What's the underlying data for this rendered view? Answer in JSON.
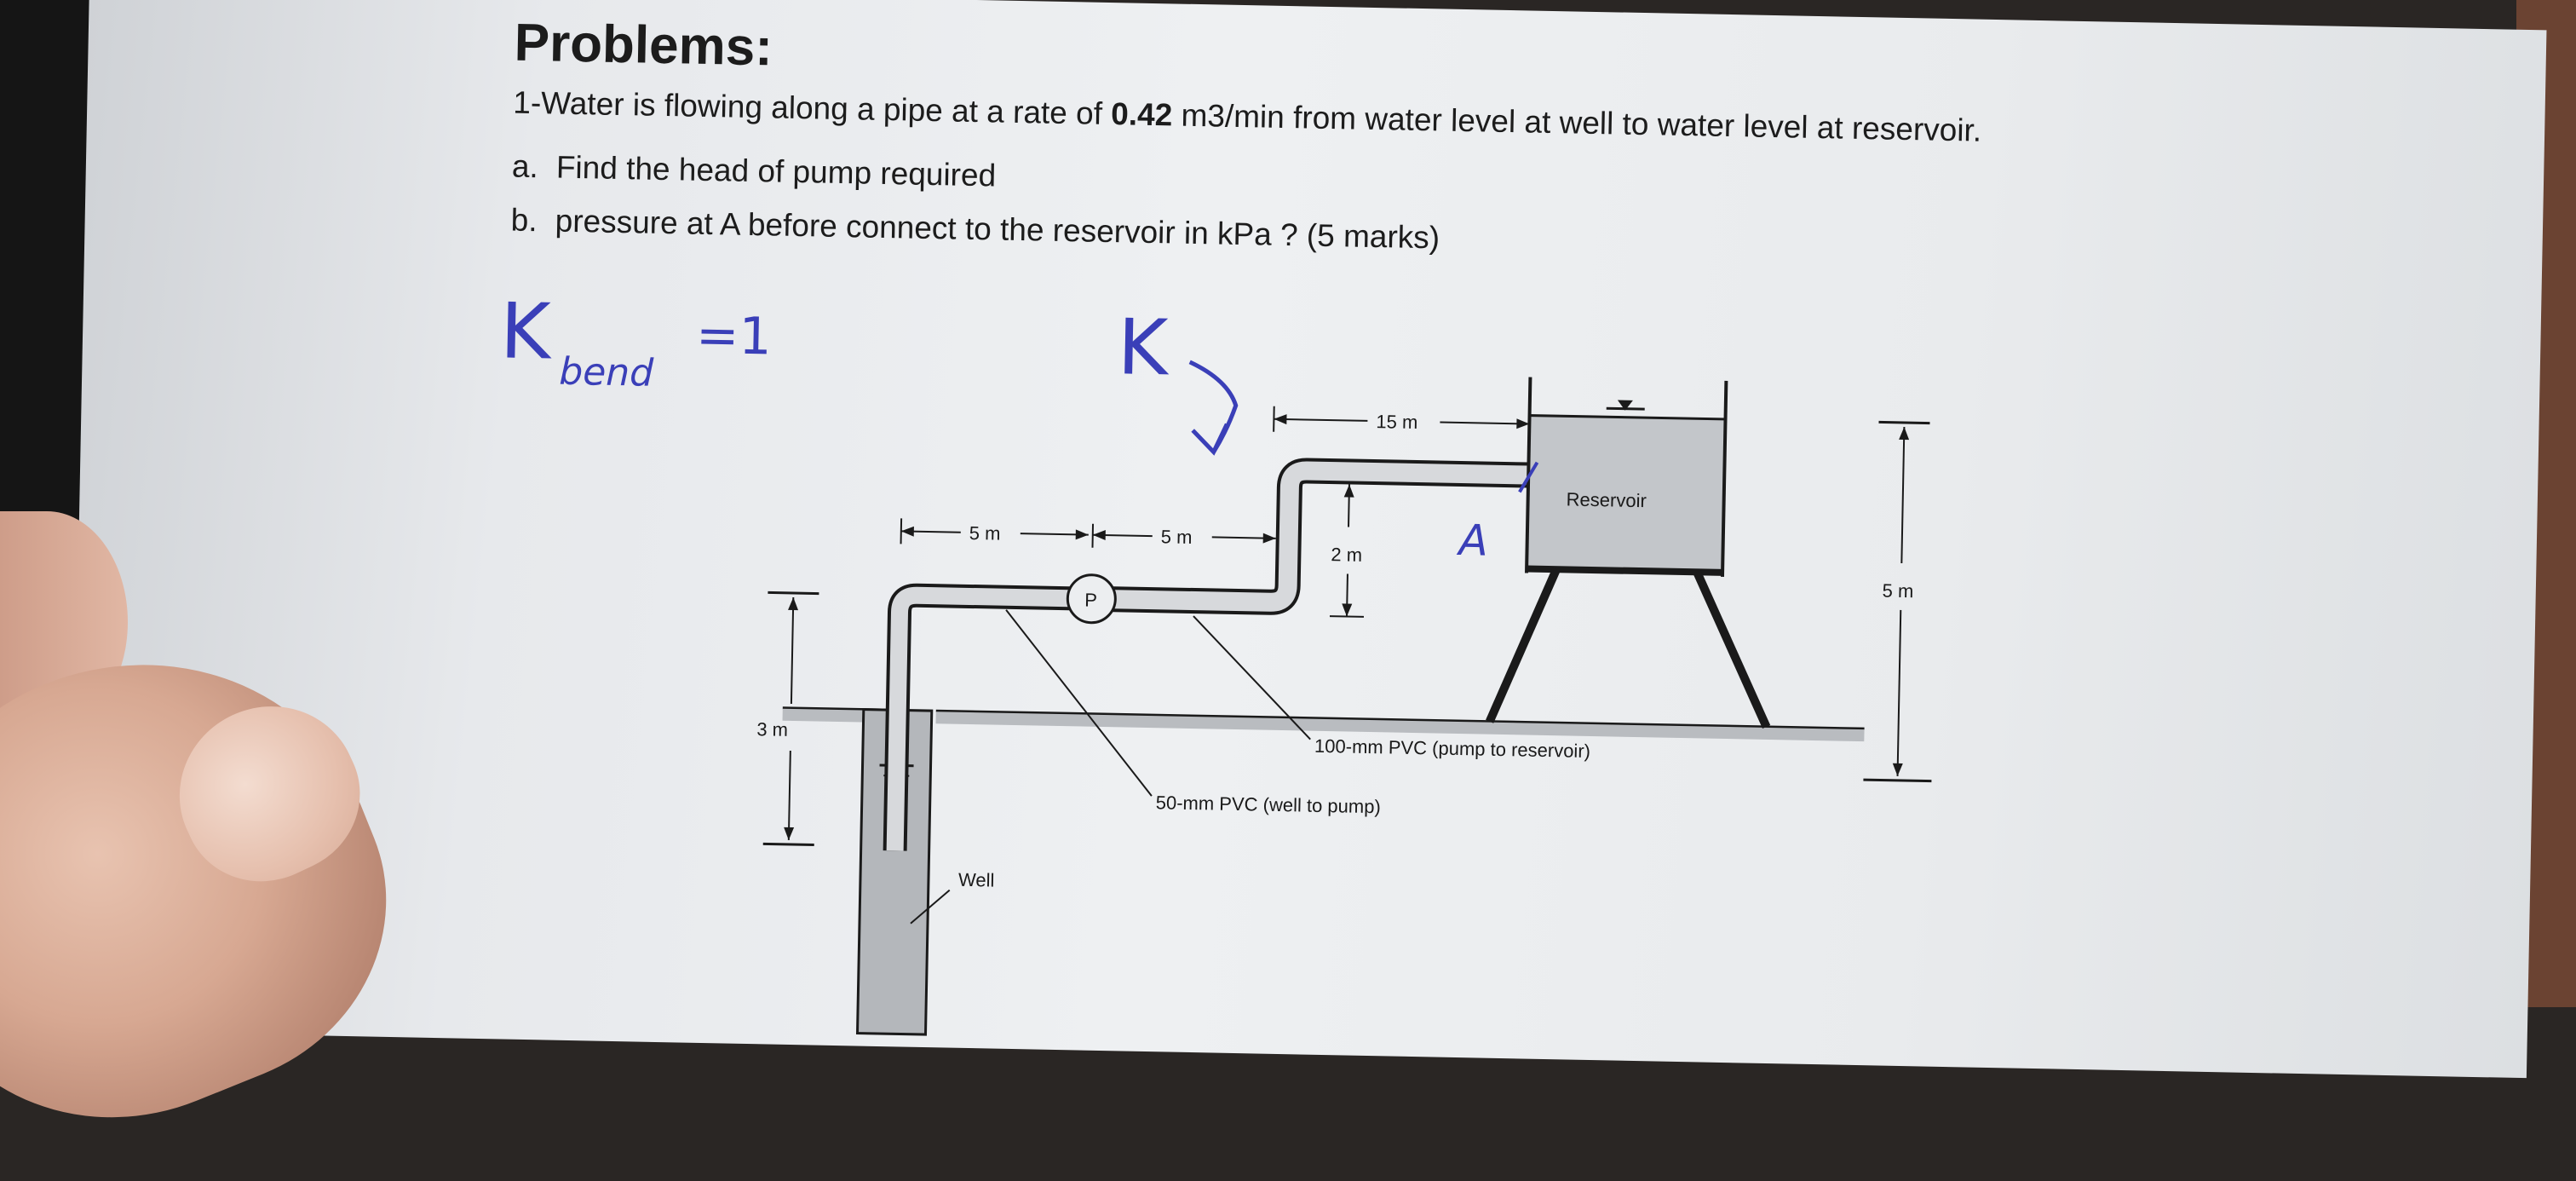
{
  "problem": {
    "heading": "Problems:",
    "statement_pre": "1-Water is flowing along a pipe at a rate of ",
    "statement_flow": "0.42",
    "statement_unit": " m3/min from water level at well to water level at reservoir.",
    "parts": [
      {
        "letter": "a.",
        "text": "Find the head of pump required"
      },
      {
        "letter": "b.",
        "text": "pressure at A before connect to the reservoir in  kPa ? (5 marks)"
      }
    ]
  },
  "annotations": {
    "k_bend": "K",
    "k_bend_sub": "bend",
    "k_bend_value": "=1",
    "k_arrow": "K",
    "point_a": "A"
  },
  "diagram": {
    "dim_15m": "15 m",
    "dim_5m_left": "5 m",
    "dim_5m_right": "5 m",
    "dim_2m": "2 m",
    "dim_3m": "3 m",
    "dim_5m_reservoir": "5 m",
    "pump": "P",
    "reservoir": "Reservoir",
    "pipe_100": "100-mm PVC (pump to reservoir)",
    "pipe_50": "50-mm PVC (well to pump)",
    "well": "Well"
  },
  "colors": {
    "ink": "#1c1c1c",
    "handwriting": "#3a3fb8",
    "paper": "#eceef0"
  }
}
